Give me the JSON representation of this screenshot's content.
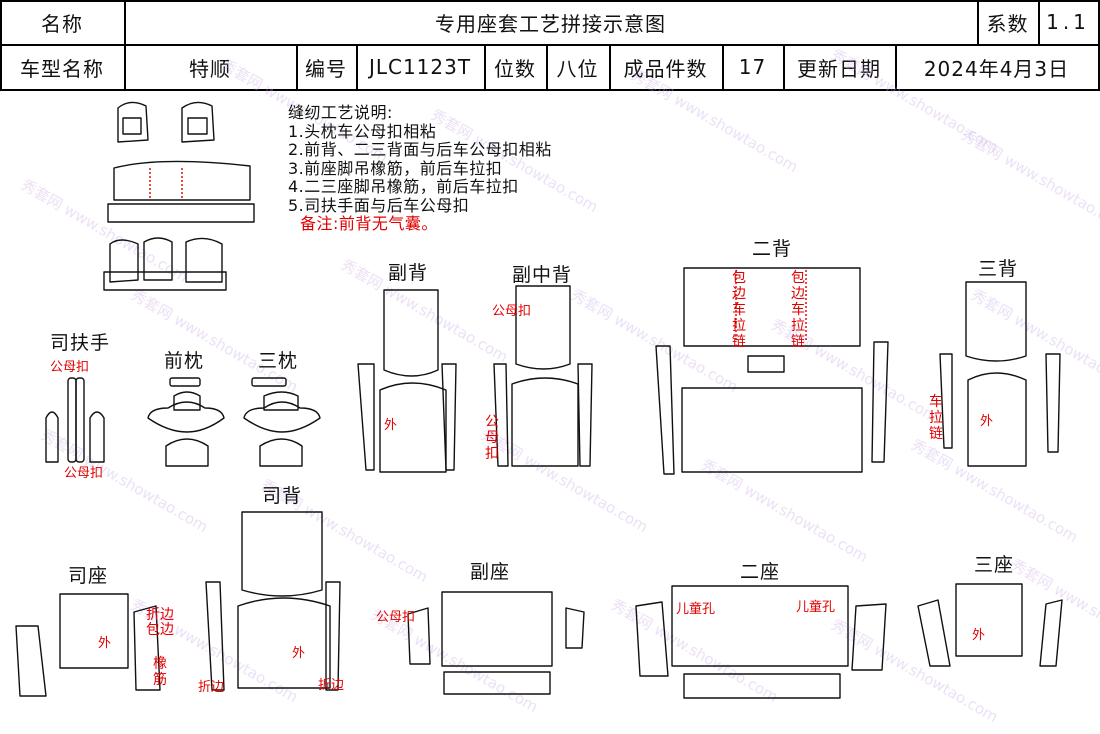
{
  "header": {
    "name_label": "名称",
    "title": "专用座套工艺拼接示意图",
    "coef_label": "系数",
    "coef_value": "1.1",
    "model_label": "车型名称",
    "model_value": "特顺",
    "code_label": "编号",
    "code_value": "JLC1123T",
    "seats_label": "位数",
    "seats_value": "八位",
    "pieces_label": "成品件数",
    "pieces_value": "17",
    "date_label": "更新日期",
    "date_value": "2024年4月3日"
  },
  "notes": {
    "title": "缝纫工艺说明:",
    "items": [
      "1.头枕车公母扣相粘",
      "2.前背、二三背面与后车公母扣相粘",
      "3.前座脚吊橡筋，前后车拉扣",
      "4.二三座脚吊橡筋，前后车拉扣",
      "5.司扶手面与后车公母扣"
    ],
    "remark": "备注:前背无气囊。"
  },
  "labels": {
    "driver_armrest": "司扶手",
    "front_headrest": "前枕",
    "third_headrest": "三枕",
    "passenger_back": "副背",
    "passenger_mid_back": "副中背",
    "second_back": "二背",
    "third_back": "三背",
    "driver_back": "司背",
    "driver_seat": "司座",
    "passenger_seat": "副座",
    "second_seat": "二座",
    "third_seat": "三座"
  },
  "annotations": {
    "snap": "公母扣",
    "outer": "外",
    "fold": "折边",
    "wrap_zipper": "包边车拉链",
    "zipper": "车拉链",
    "fold_wrap": "折边包边",
    "rubber": "橡筋",
    "child_hole": "儿童孔"
  },
  "watermark": {
    "site": "www.showtao.com",
    "brand": "秀套网"
  },
  "colors": {
    "annotation": "#e00000",
    "watermark": "#c9a8e6"
  }
}
